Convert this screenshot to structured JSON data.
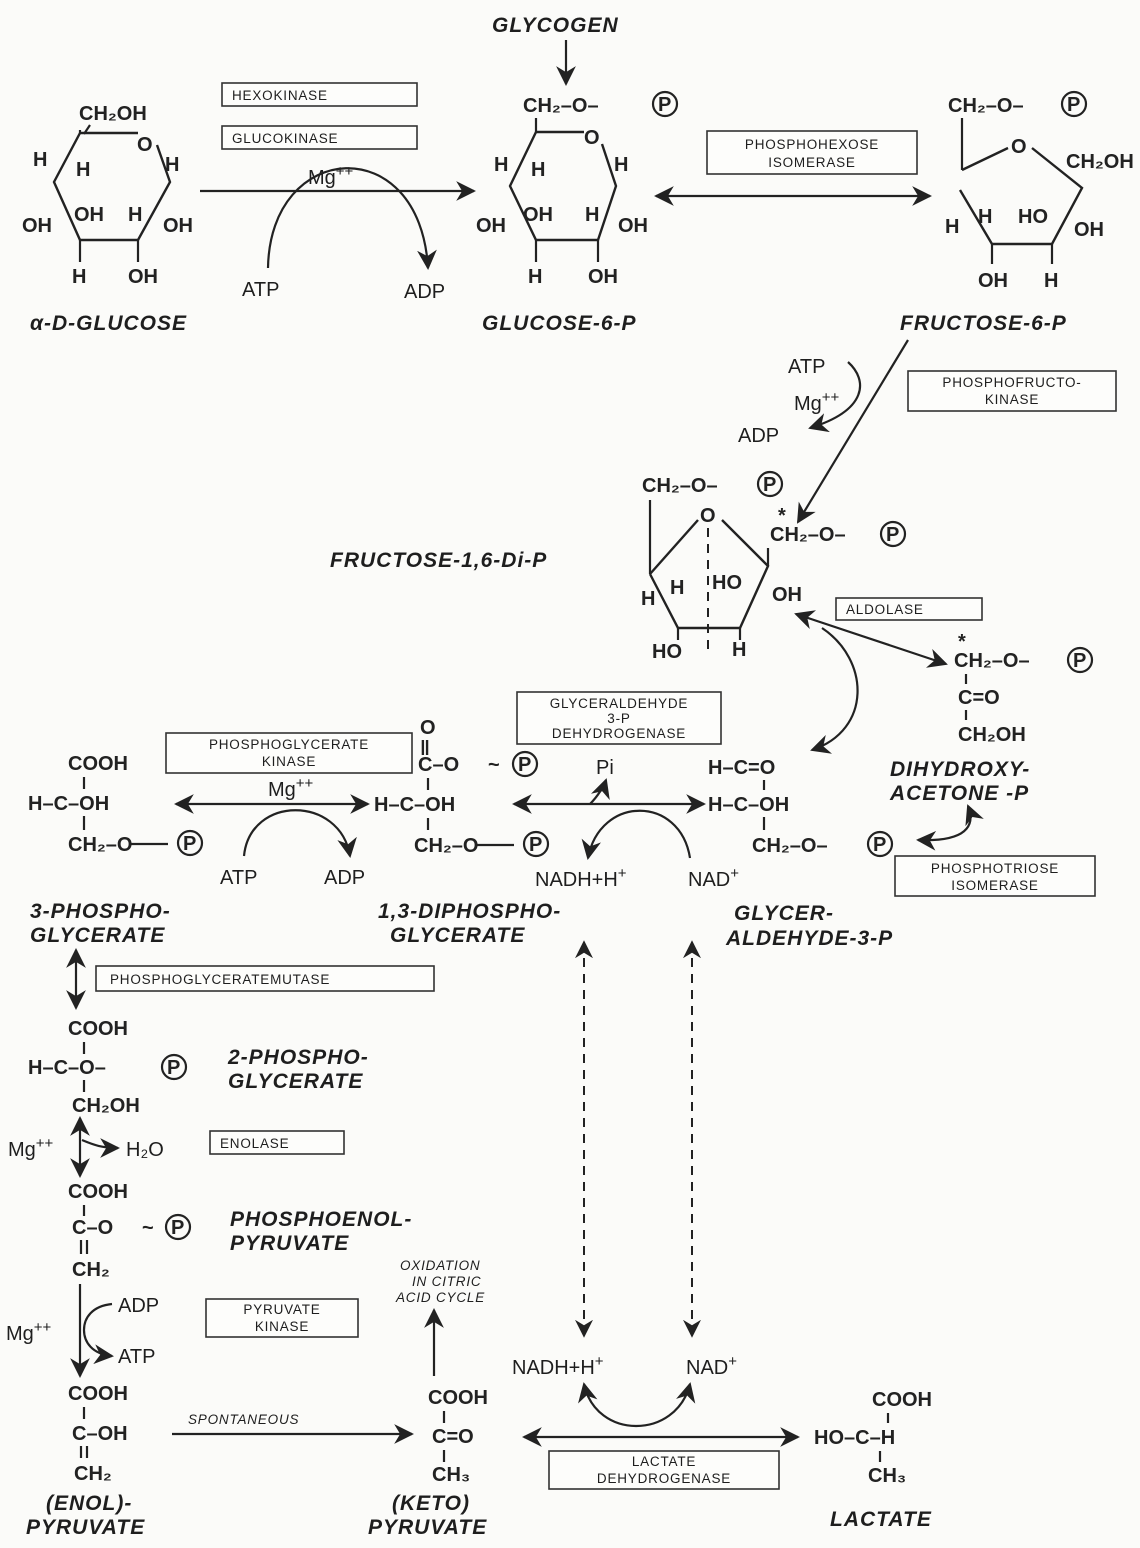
{
  "glycogen": "GLYCOGEN",
  "enzymes": {
    "hexokinase": "HEXOKINASE",
    "glucokinase": "GLUCOKINASE",
    "phi_1": "PHOSPHOHEXOSE",
    "phi_2": "ISOMERASE",
    "pfk_1": "PHOSPHOFRUCTO-",
    "pfk_2": "KINASE",
    "aldolase": "ALDOLASE",
    "gapdh_1": "GLYCERALDEHYDE",
    "gapdh_2": "3-P",
    "gapdh_3": "DEHYDROGENASE",
    "pgk_1": "PHOSPHOGLYCERATE",
    "pgk_2": "KINASE",
    "tpi_1": "PHOSPHOTRIOSE",
    "tpi_2": "ISOMERASE",
    "pgm": "PHOSPHOGLYCERATEMUTASE",
    "enolase": "ENOLASE",
    "pk_1": "PYRUVATE",
    "pk_2": "KINASE",
    "ldh_1": "LACTATE",
    "ldh_2": "DEHYDROGENASE"
  },
  "metabolites": {
    "glucose": "α-D-GLUCOSE",
    "g6p": "GLUCOSE-6-P",
    "f6p": "FRUCTOSE-6-P",
    "f16bp": "FRUCTOSE-1,6-Di-P",
    "dhap_1": "DIHYDROXY-",
    "dhap_2": "ACETONE -P",
    "g3p_1": "GLYCER-",
    "g3p_2": "ALDEHYDE-3-P",
    "bpg_1": "1,3-DIPHOSPHO-",
    "bpg_2": "GLYCERATE",
    "pg3_1": "3-PHOSPHO-",
    "pg3_2": "GLYCERATE",
    "pg2_1": "2-PHOSPHO-",
    "pg2_2": "GLYCERATE",
    "pep_1": "PHOSPHOENOL-",
    "pep_2": "PYRUVATE",
    "enol_1": "(ENOL)-",
    "enol_2": "PYRUVATE",
    "keto_1": "(KETO)",
    "keto_2": "PYRUVATE",
    "lactate": "LACTATE"
  },
  "cofactors": {
    "atp": "ATP",
    "adp": "ADP",
    "mg": "Mg",
    "mg_charge": "++",
    "pi": "Pi",
    "nadh": "NADH+H",
    "plus": "+",
    "nad": "NAD",
    "h2o": "H₂O"
  },
  "notes": {
    "spontaneous": "SPONTANEOUS",
    "oxidation_1": "OXIDATION",
    "oxidation_2": "IN CITRIC",
    "oxidation_3": "ACID CYCLE"
  },
  "atoms": {
    "ch2oh": "CH₂OH",
    "ch2op": "CH₂–O–",
    "ch2o": "CH₂–O",
    "h": "H",
    "oh": "OH",
    "o": "O",
    "p": "P",
    "ho": "HO",
    "cooh": "COOH",
    "h_c_oh": "H–C–OH",
    "h_c_o_p": "H–C–O–",
    "c_o_p": "C–O",
    "c_oh": "C–OH",
    "ch2": "CH₂",
    "ch3": "CH₃",
    "c_eq_o": "C=O",
    "h_c_eq_o": "H–C=O",
    "ho_c_h": "HO–C–H",
    "star": "*",
    "bond": "|",
    "dbl": "‖",
    "tilde": "~"
  }
}
